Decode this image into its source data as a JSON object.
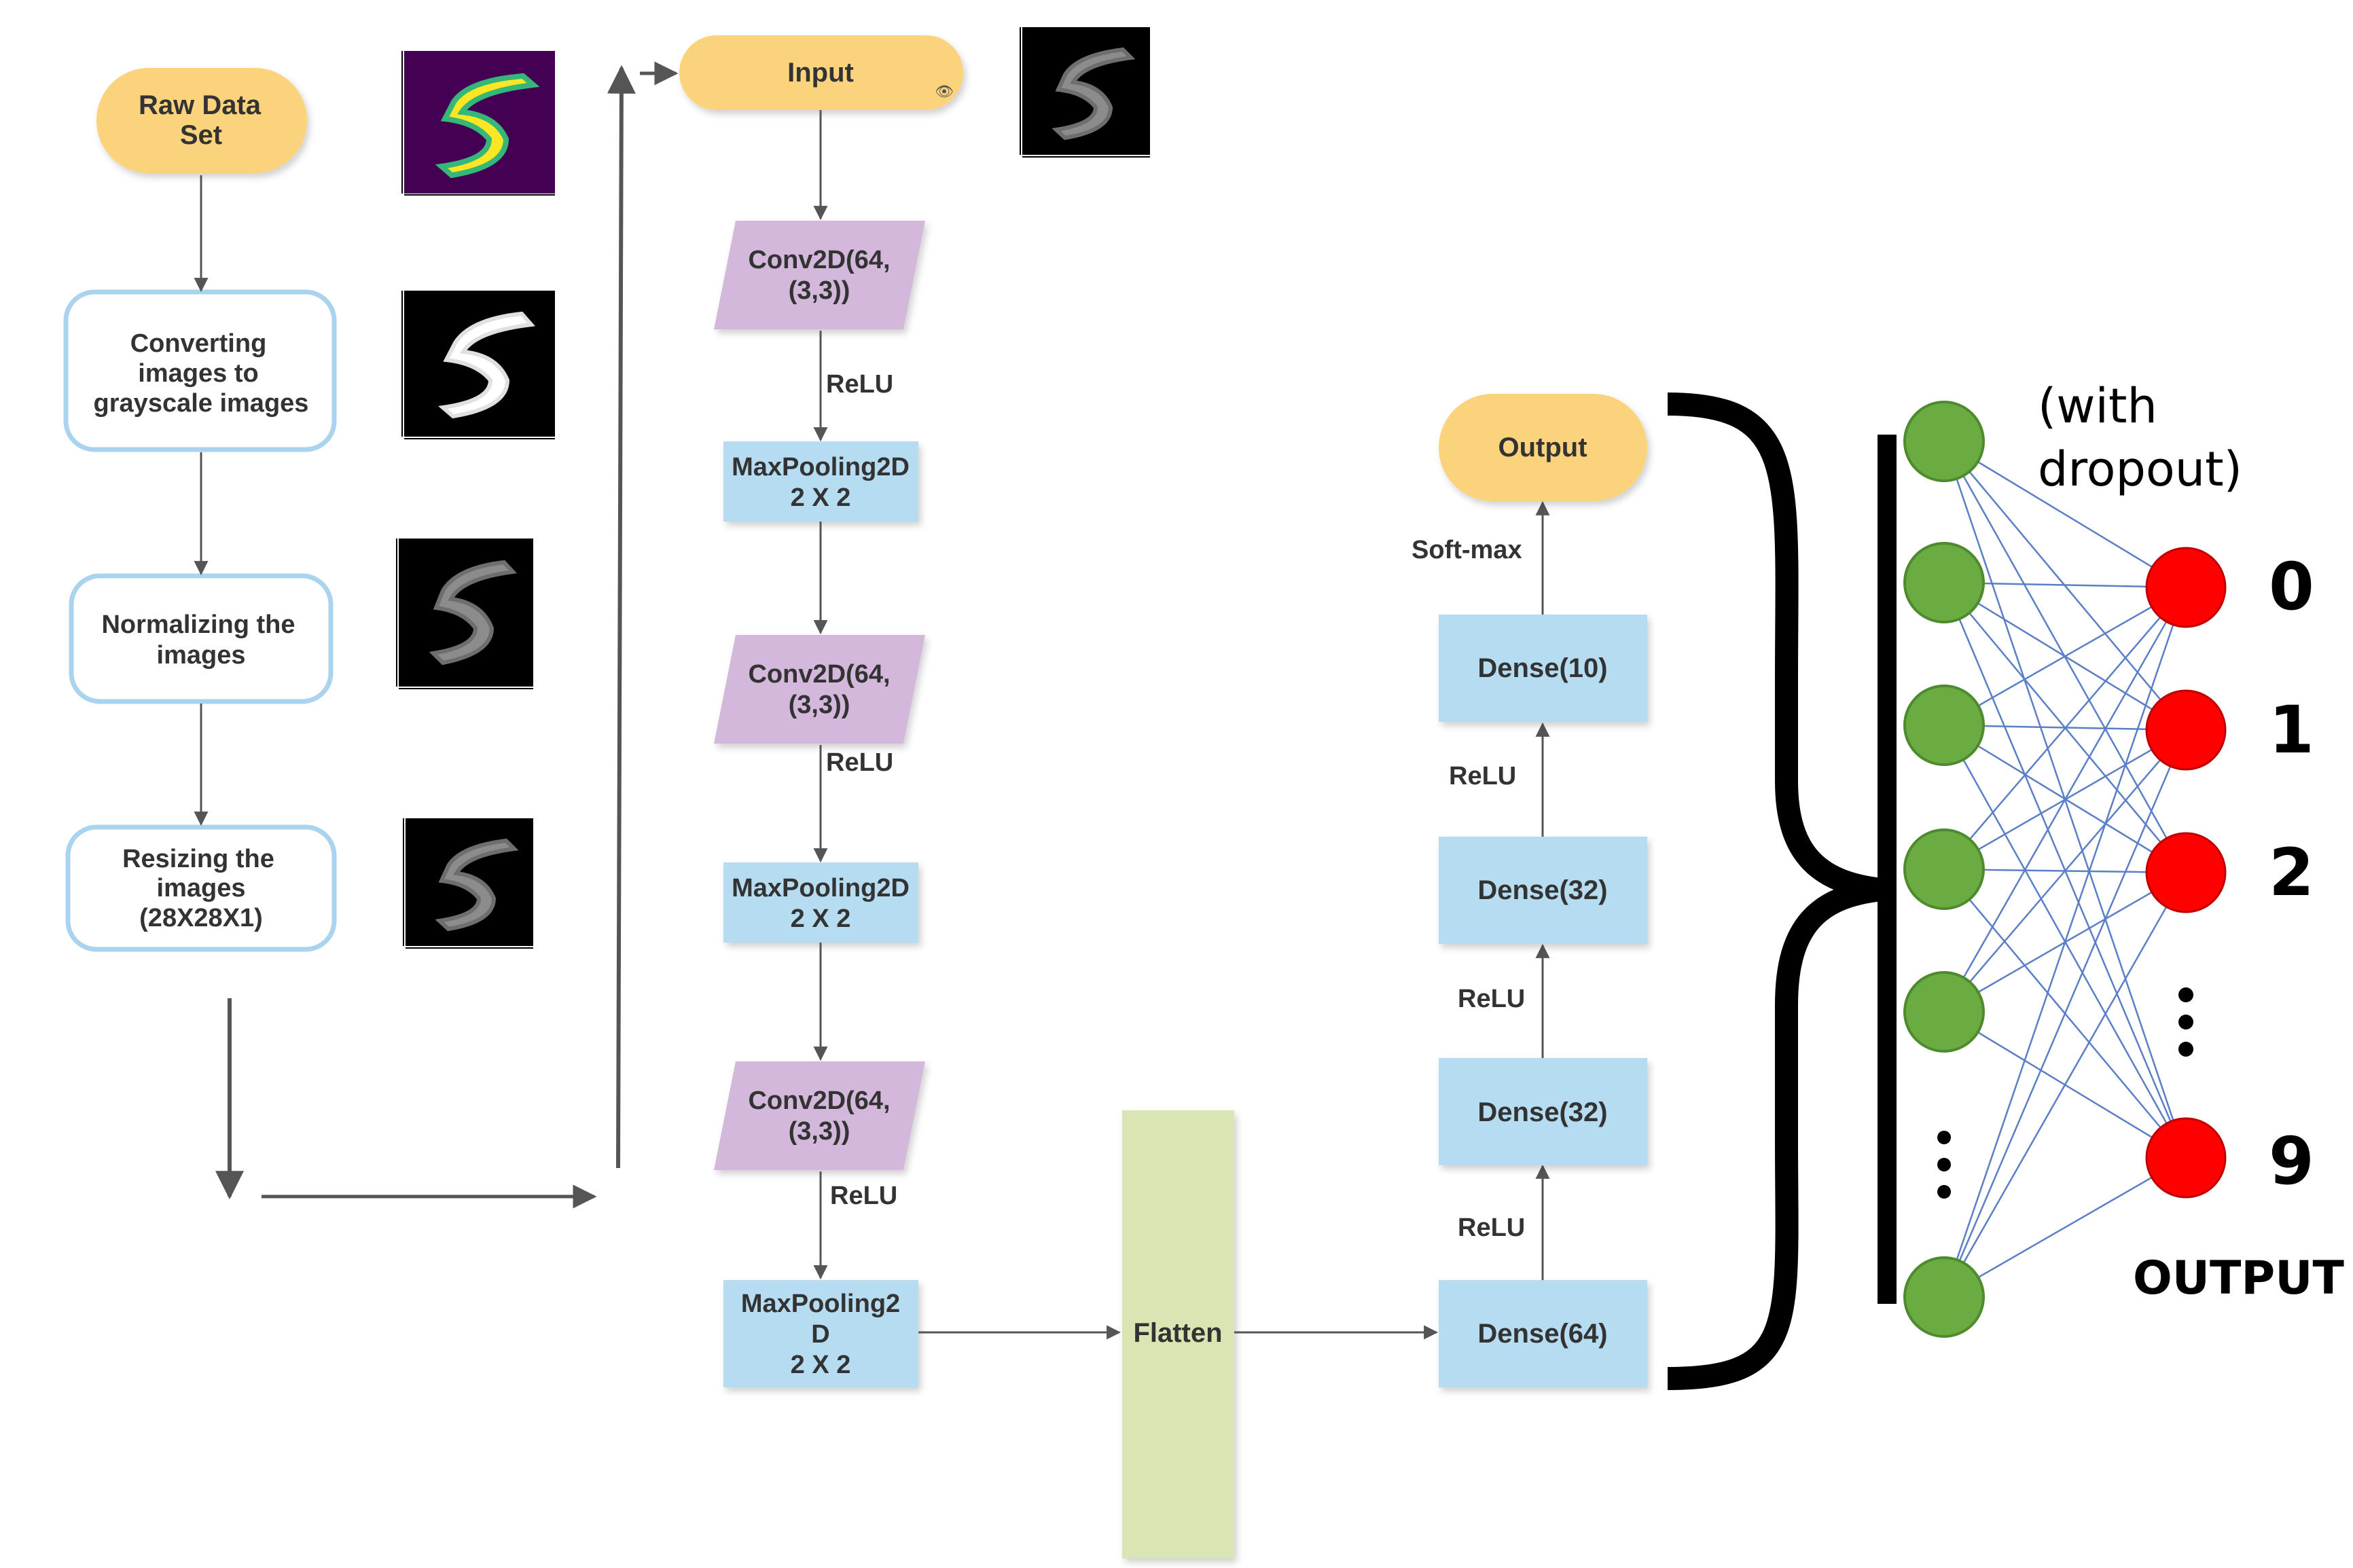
{
  "preprocessing": {
    "raw_line1": "Raw Data",
    "raw_line2": "Set",
    "gray_line1": "Converting",
    "gray_line2": "images to",
    "gray_line3": "grayscale images",
    "norm_line1": "Normalizing the",
    "norm_line2": "images",
    "resize_line1": "Resizing the",
    "resize_line2": "images",
    "resize_line3": "(28X28X1)"
  },
  "cnn": {
    "input": "Input",
    "conv1_line1": "Conv2D(64,",
    "conv1_line2": "(3,3))",
    "relu1": "ReLU",
    "pool1_line1": "MaxPooling2D",
    "pool1_line2": "2 X 2",
    "conv2_line1": "Conv2D(64,",
    "conv2_line2": "(3,3))",
    "relu2": "ReLU",
    "pool2_line1": "MaxPooling2D",
    "pool2_line2": "2 X 2",
    "conv3_line1": "Conv2D(64,",
    "conv3_line2": "(3,3))",
    "relu3": "ReLU",
    "pool3_line1": "MaxPooling2",
    "pool3_line2": "D",
    "pool3_line3": "2 X 2",
    "flatten": "Flatten"
  },
  "dense": {
    "output": "Output",
    "softmax": "Soft-max",
    "dense10": "Dense(10)",
    "relu_a": "ReLU",
    "dense32a": "Dense(32)",
    "relu_b": "ReLU",
    "dense32b": "Dense(32)",
    "relu_c": "ReLU",
    "dense64": "Dense(64)"
  },
  "network": {
    "dropout_line1": "(with",
    "dropout_line2": "dropout)",
    "output_label": "OUTPUT",
    "digits": [
      "0",
      "1",
      "2",
      "9"
    ]
  },
  "colors": {
    "terminal_fill": "#fcd37d",
    "process_border": "#a9d3ee",
    "conv_fill": "#d3b8dc",
    "layer_fill": "#b6dcf2",
    "flatten_fill": "#d9e6b3",
    "hidden_node": "#6aab42",
    "output_node": "#ff0000",
    "edge": "#5b7fc7",
    "arrow": "#555555"
  }
}
